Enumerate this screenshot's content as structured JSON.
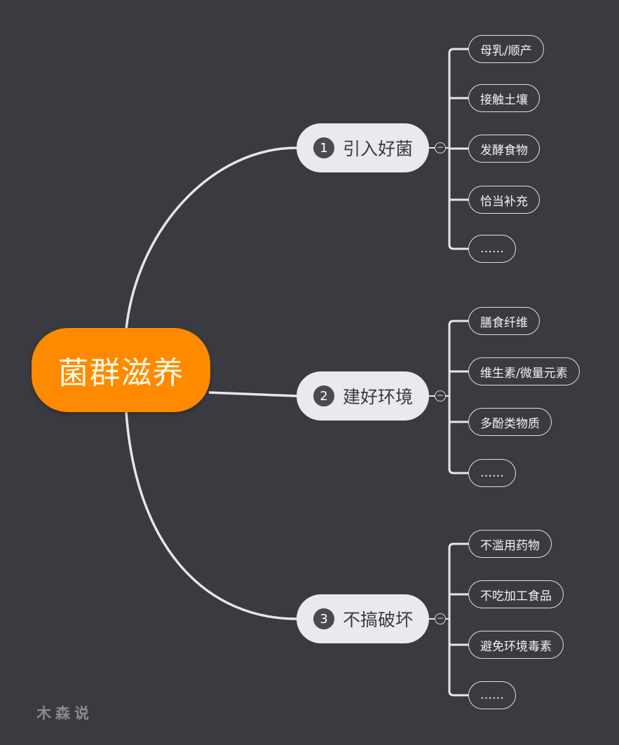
{
  "root": {
    "label": "菌群滋养",
    "color": "#ff8a00"
  },
  "branches": [
    {
      "number": "1",
      "label": "引入好菌",
      "children": [
        "母乳/顺产",
        "接触土壤",
        "发酵食物",
        "恰当补充",
        "……"
      ]
    },
    {
      "number": "2",
      "label": "建好环境",
      "children": [
        "膳食纤维",
        "维生素/微量元素",
        "多酚类物质",
        "……"
      ]
    },
    {
      "number": "3",
      "label": "不搞破坏",
      "children": [
        "不滥用药物",
        "不吃加工食品",
        "避免环境毒素",
        "……"
      ]
    }
  ],
  "collapse_symbol": "−",
  "watermark": "木森说"
}
